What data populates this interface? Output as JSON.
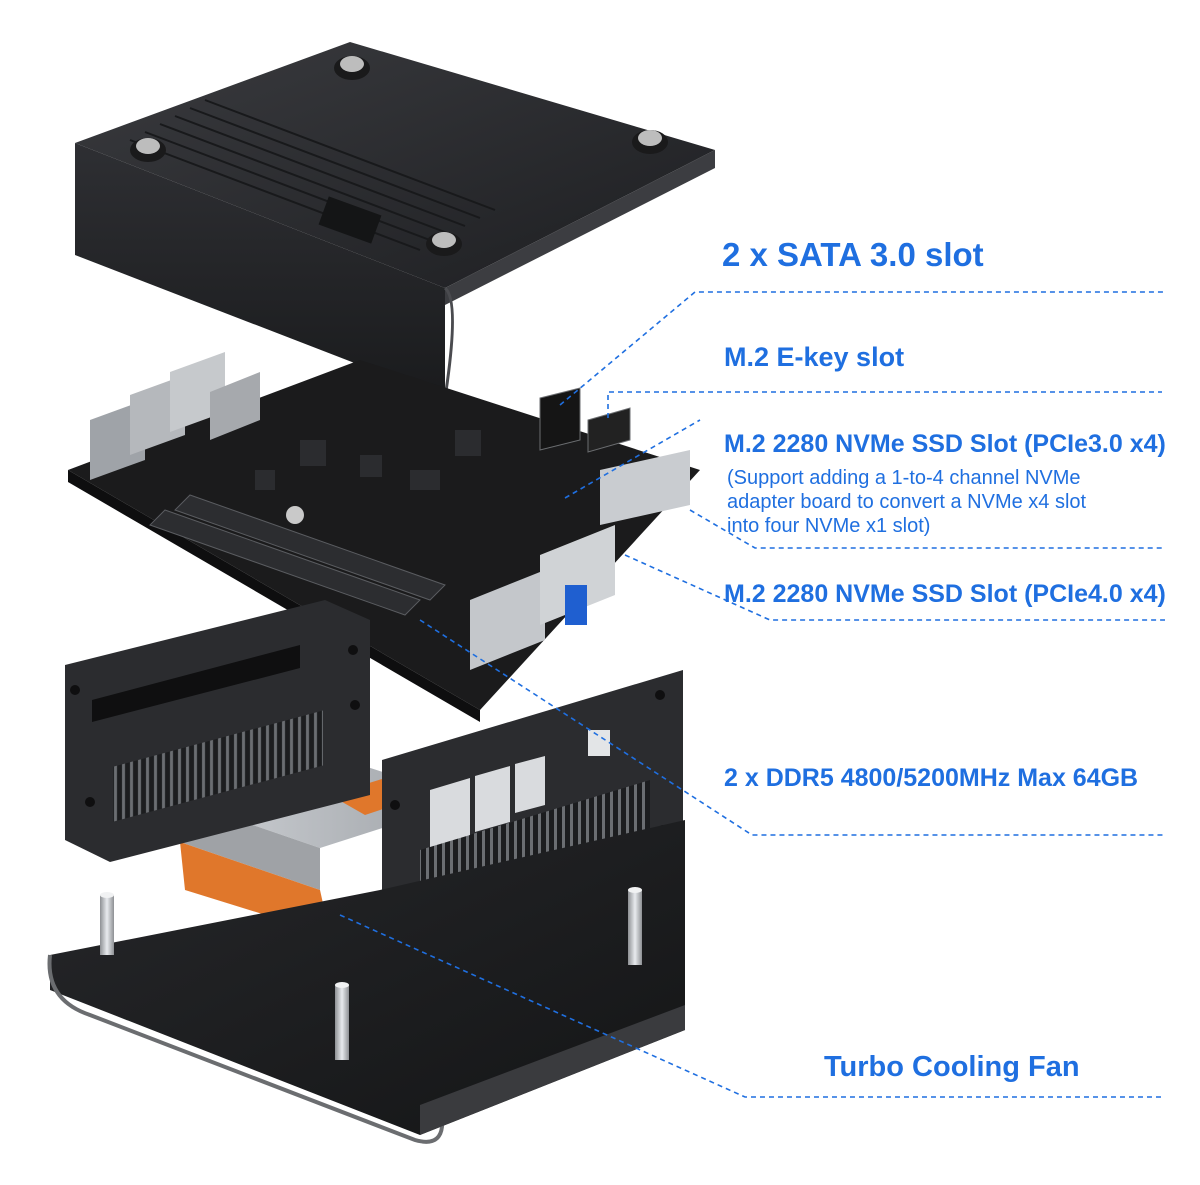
{
  "colors": {
    "callout": "#1f6fe0",
    "metal_dark": "#2a2b2e",
    "board": "#1b1b1c",
    "heatsink": "#b9bcc0",
    "copper": "#e0772b"
  },
  "callouts": {
    "sata": "2 x SATA 3.0 slot",
    "ekey": "M.2 E-key slot",
    "nvme_pcie3": "M.2 2280 NVMe SSD Slot (PCIe3.0 x4)",
    "nvme_pcie3_note": [
      "(Support adding a 1-to-4 channel NVMe",
      "adapter board to convert a NVMe x4 slot",
      "into four NVMe x1 slot)"
    ],
    "nvme_pcie4": "M.2 2280 NVMe SSD Slot (PCIe4.0 x4)",
    "ddr5": "2 x DDR5 4800/5200MHz Max 64GB",
    "fan": "Turbo Cooling Fan"
  }
}
